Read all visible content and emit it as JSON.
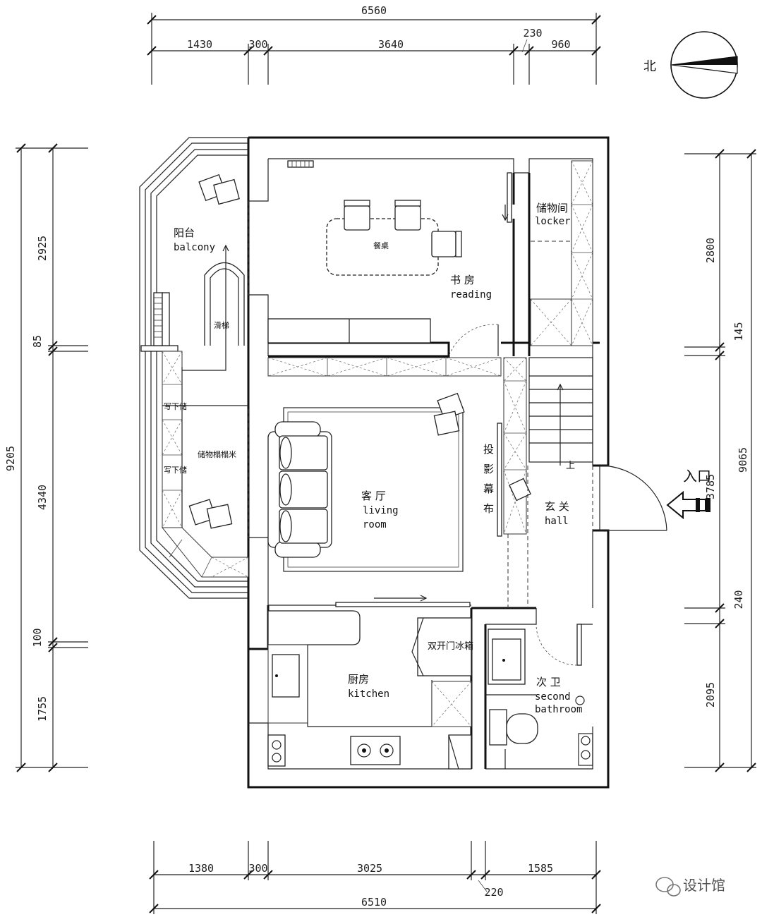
{
  "dimensions": {
    "top_total": "6560",
    "top_segments": [
      "1430",
      "300",
      "3640",
      "230",
      "960"
    ],
    "bottom_total": "6510",
    "bottom_segments": [
      "1380",
      "300",
      "3025",
      "1585"
    ],
    "bottom_extra": "220",
    "left_total": "9205",
    "left_segments": [
      "2925",
      "85",
      "4340",
      "100",
      "1755"
    ],
    "right_total": "9065",
    "right_segments": [
      "2800",
      "145",
      "3785",
      "240",
      "2095"
    ]
  },
  "compass": {
    "north_label": "北"
  },
  "entrance": {
    "label": "入口"
  },
  "rooms": {
    "balcony": {
      "cn": "阳台",
      "en": "balcony"
    },
    "reading": {
      "cn": "书 房",
      "en": "reading"
    },
    "dining_table": "餐桌",
    "locker": {
      "cn": "储物间",
      "en": "locker"
    },
    "living": {
      "cn": "客 厅",
      "en1": "living",
      "en2": "room"
    },
    "hall": {
      "cn": "玄 关",
      "en": "hall"
    },
    "kitchen": {
      "cn": "厨房",
      "en": "kitchen"
    },
    "bathroom": {
      "cn": "次 卫",
      "en1": "second",
      "en2": "bathroom"
    }
  },
  "fixtures": {
    "slide": "滑梯",
    "storage_tatami": "储物榻榻米",
    "fridge": "双开门冰箱",
    "projector_screen": [
      "投",
      "影",
      "幕",
      "布"
    ],
    "stair_up": "上",
    "small_label_a": "写下储",
    "small_label_b": "写下储"
  },
  "watermark": "设计馆"
}
